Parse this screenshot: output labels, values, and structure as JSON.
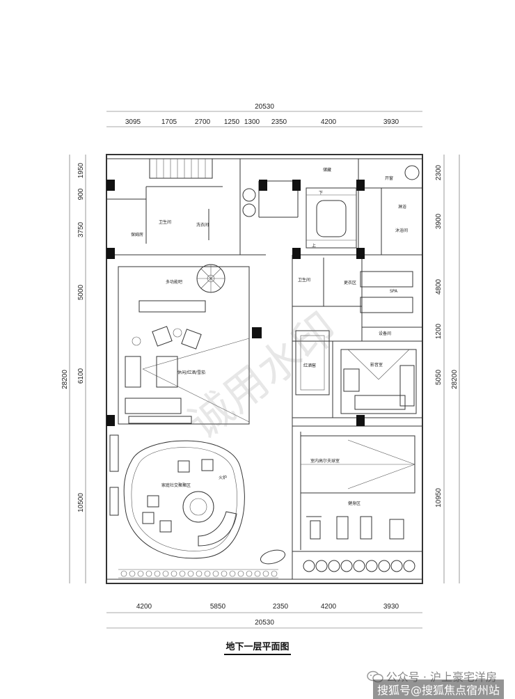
{
  "plan": {
    "caption": "地下一层平面图",
    "dims": {
      "top_total": "20530",
      "top_segments": [
        "3095",
        "1705",
        "2700",
        "1250",
        "1300",
        "2350",
        "4200",
        "3930"
      ],
      "bottom_segments": [
        "4200",
        "5850",
        "2350",
        "4200",
        "3930"
      ],
      "bottom_total": "20530",
      "left_segments": [
        "1950",
        "900",
        "3750",
        "5000",
        "6100",
        "10500"
      ],
      "left_total": "28200",
      "right_segments": [
        "2300",
        "3900",
        "4800",
        "1200",
        "5050",
        "10950"
      ],
      "right_total": "28200"
    },
    "rooms": {
      "storage": "储藏",
      "down": "下",
      "up": "上",
      "courtyard": "开窗",
      "shower": "淋浴",
      "bath": "沐浴间",
      "nanny": "保姆房",
      "wc1": "卫生间",
      "laundry": "洗衣间",
      "bar": "多功能吧",
      "wc2": "卫生间",
      "changing": "更衣区",
      "spa": "SPA",
      "equipment": "设备间",
      "lounge": "休闲/红酒/雪茄",
      "wine": "红酒窖",
      "cinema": "影音室",
      "golf": "室内高尔夫球室",
      "family": "家庭社交聚聚区",
      "fireplace": "火炉",
      "gym": "健身区"
    }
  },
  "watermark": "诚用水印",
  "footer": {
    "wechat": "公众号 · 沪上豪宅洋房",
    "sohu": "搜狐号@搜狐焦点宿州站"
  }
}
